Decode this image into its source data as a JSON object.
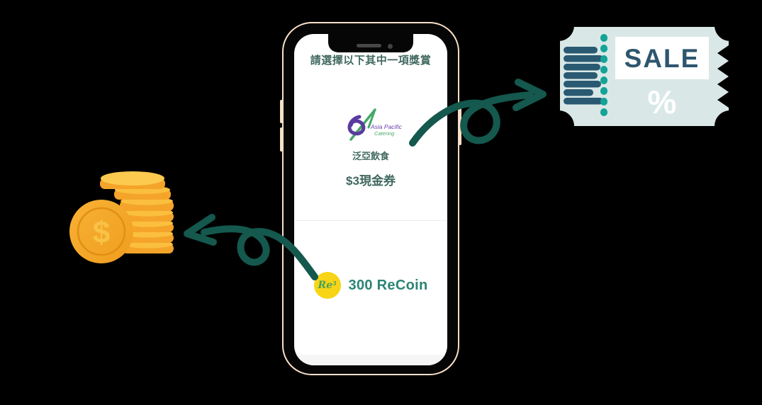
{
  "phone": {
    "screen": {
      "title": "請選擇以下其中一項獎賞",
      "voucher_option": {
        "logo_line1": "Asia Pacific",
        "logo_line2": "Catering",
        "brand": "泛亞飲食",
        "value": "$3現金券"
      },
      "coin_option": {
        "coin_text": "Re",
        "coin_sup": "3",
        "label": "300 ReCoin"
      }
    }
  },
  "ticket": {
    "sale_label": "SALE",
    "percent_label": "%"
  },
  "coin_stack": {
    "dollar_label": "$"
  },
  "colors": {
    "background": "#000000",
    "arrow": "#14584e",
    "phone_outline": "#f8e0c8",
    "screen_text": "#40685f",
    "recoin_text": "#2c8573",
    "recoin_coin": "#f7d516",
    "ticket_body": "#d9e8e6",
    "ticket_bars": "#2a5a72",
    "ticket_dashes": "#13a397",
    "ticket_sale_text": "#2e566e",
    "coin_gold": "#f5a42a",
    "coin_gold_light": "#fcca4e"
  }
}
